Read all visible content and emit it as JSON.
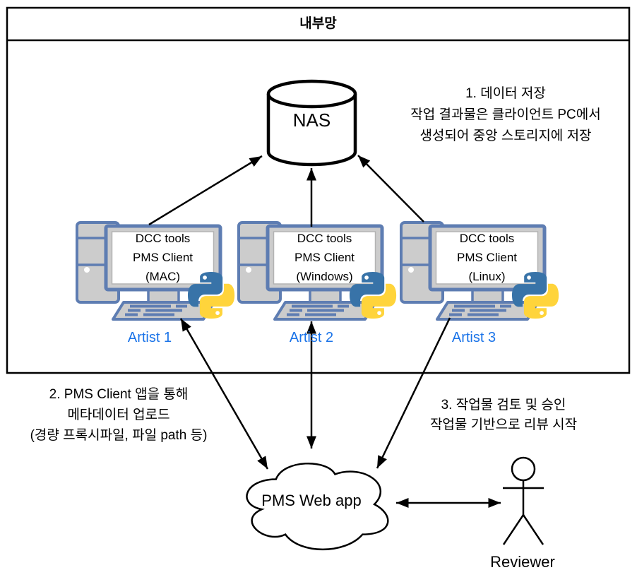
{
  "colors": {
    "line": "#000000",
    "device_stroke": "#5E7DB2",
    "device_fill": "#CCCCCC",
    "artist_label": "#1A73E8",
    "python_blue": "#3873A8",
    "python_yellow": "#FFD43B"
  },
  "network_box": {
    "title": "내부망"
  },
  "nas": {
    "label": "NAS"
  },
  "note_data_store": {
    "line1": "1. 데이터 저장",
    "line2": "작업 결과물은 클라이언트 PC에서",
    "line3": "생성되어 중앙 스토리지에 저장"
  },
  "note_upload": {
    "line1": "2. PMS Client 앱을 통해",
    "line2": "메타데이터 업로드",
    "line3": "(경량 프록시파일, 파일 path 등)"
  },
  "note_review": {
    "line1": "3. 작업물 검토 및 승인",
    "line2": "작업물 기반으로 리뷰 시작"
  },
  "workstations": [
    {
      "screen_line1": "DCC tools",
      "screen_line2": "PMS Client",
      "screen_line3": "(MAC)",
      "label": "Artist 1"
    },
    {
      "screen_line1": "DCC tools",
      "screen_line2": "PMS Client",
      "screen_line3": "(Windows)",
      "label": "Artist 2"
    },
    {
      "screen_line1": "DCC tools",
      "screen_line2": "PMS Client",
      "screen_line3": "(Linux)",
      "label": "Artist 3"
    }
  ],
  "cloud": {
    "label": "PMS Web app"
  },
  "reviewer": {
    "label": "Reviewer"
  }
}
